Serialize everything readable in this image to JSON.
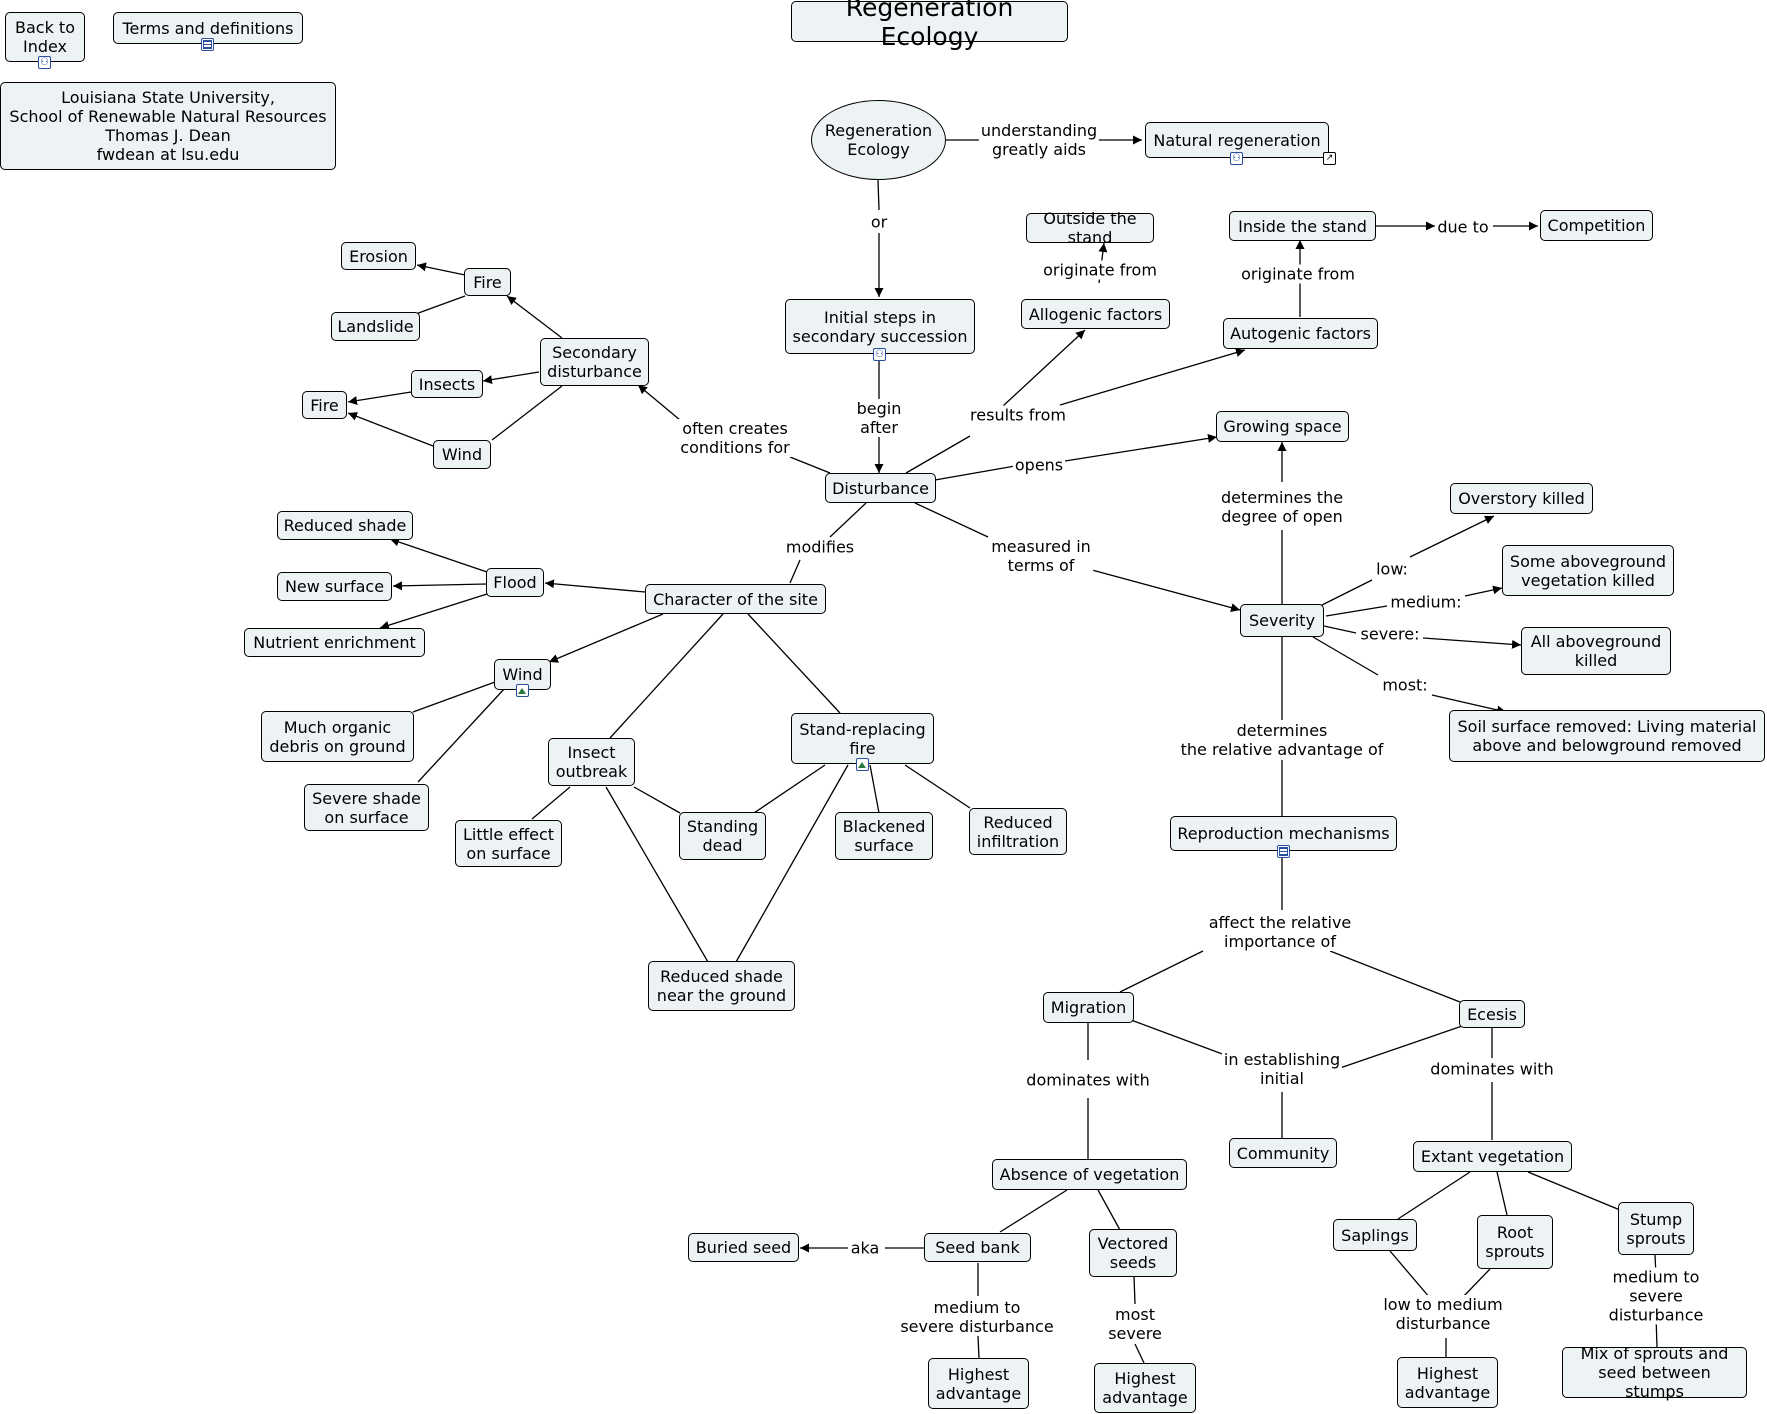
{
  "nodes": {
    "back_index": "Back to\nIndex",
    "terms": "Terms and definitions",
    "author": "Louisiana State University,\nSchool of Renewable Natural Resources\nThomas J. Dean\nfwdean at lsu.edu",
    "title": "Regeneration Ecology",
    "regen_oval": "Regeneration\nEcology",
    "natural_regen": "Natural regeneration",
    "initial_steps": "Initial steps in\nsecondary succession",
    "outside_stand": "Outside the stand",
    "inside_stand": "Inside the stand",
    "competition": "Competition",
    "allogenic": "Allogenic factors",
    "autogenic": "Autogenic factors",
    "erosion": "Erosion",
    "fire_top": "Fire",
    "landslide": "Landslide",
    "secondary_dist": "Secondary\ndisturbance",
    "insects": "Insects",
    "fire_left": "Fire",
    "wind_top": "Wind",
    "growing_space": "Growing space",
    "disturbance": "Disturbance",
    "overstory": "Overstory killed",
    "some_above": "Some aboveground\nvegetation killed",
    "all_above": "All aboveground\nkilled",
    "soil_removed": "Soil surface removed: Living material\nabove and belowground removed",
    "severity": "Severity",
    "reduced_shade": "Reduced shade",
    "new_surface": "New surface",
    "nutrient": "Nutrient enrichment",
    "flood": "Flood",
    "character": "Character of the site",
    "wind_mid": "Wind",
    "organic_debris": "Much organic\ndebris on ground",
    "severe_shade": "Severe shade\non surface",
    "insect_outbreak": "Insect\noutbreak",
    "stand_replacing": "Stand-replacing\nfire",
    "little_effect": "Little effect\non surface",
    "standing_dead": "Standing\ndead",
    "blackened": "Blackened\nsurface",
    "reduced_infil": "Reduced\ninfiltration",
    "reduced_shade_ground": "Reduced shade\nnear the ground",
    "repro": "Reproduction mechanisms",
    "migration": "Migration",
    "ecesis": "Ecesis",
    "community": "Community",
    "absence": "Absence of vegetation",
    "extant": "Extant vegetation",
    "buried_seed": "Buried seed",
    "seed_bank": "Seed bank",
    "vectored": "Vectored\nseeds",
    "saplings": "Saplings",
    "root_sprouts": "Root\nsprouts",
    "stump_sprouts": "Stump\nsprouts",
    "highest_1": "Highest\nadvantage",
    "highest_2": "Highest\nadvantage",
    "highest_3": "Highest\nadvantage",
    "mix_sprouts": "Mix of sprouts and\nseed between stumps"
  },
  "labels": {
    "understanding": "understanding\ngreatly aids",
    "or": "or",
    "begin_after": "begin\nafter",
    "results_from": "results from",
    "originate_1": "originate from",
    "originate_2": "originate from",
    "due_to": "due to",
    "often_creates": "often creates\nconditions for",
    "opens": "opens",
    "determines_open": "determines the\ndegree of open",
    "modifies": "modifies",
    "measured": "measured in\nterms of",
    "low": "low:",
    "medium": "medium:",
    "severe": "severe:",
    "most": "most:",
    "determines_adv": "determines\nthe relative advantage of",
    "affect": "affect the relative\nimportance of",
    "dominates_1": "dominates with",
    "dominates_2": "dominates with",
    "establishing": "in establishing\ninitial",
    "aka": "aka",
    "med_severe_1": "medium to\nsevere disturbance",
    "most_severe": "most\nsevere",
    "low_medium": "low to medium\ndisturbance",
    "med_severe_2": "medium to\nsevere disturbance"
  },
  "icons": {
    "back_index": "concept-map-icon",
    "terms": "document-icon",
    "natural_regen": "concept-map-icon",
    "natural_regen_ext": "external-link-icon",
    "initial_steps": "concept-map-icon",
    "wind_mid": "image-icon",
    "stand_replacing": "image-icon",
    "repro": "document-icon"
  },
  "colors": {
    "node_fill": "#edf3f5",
    "link_icon": "#2a4f9c"
  }
}
